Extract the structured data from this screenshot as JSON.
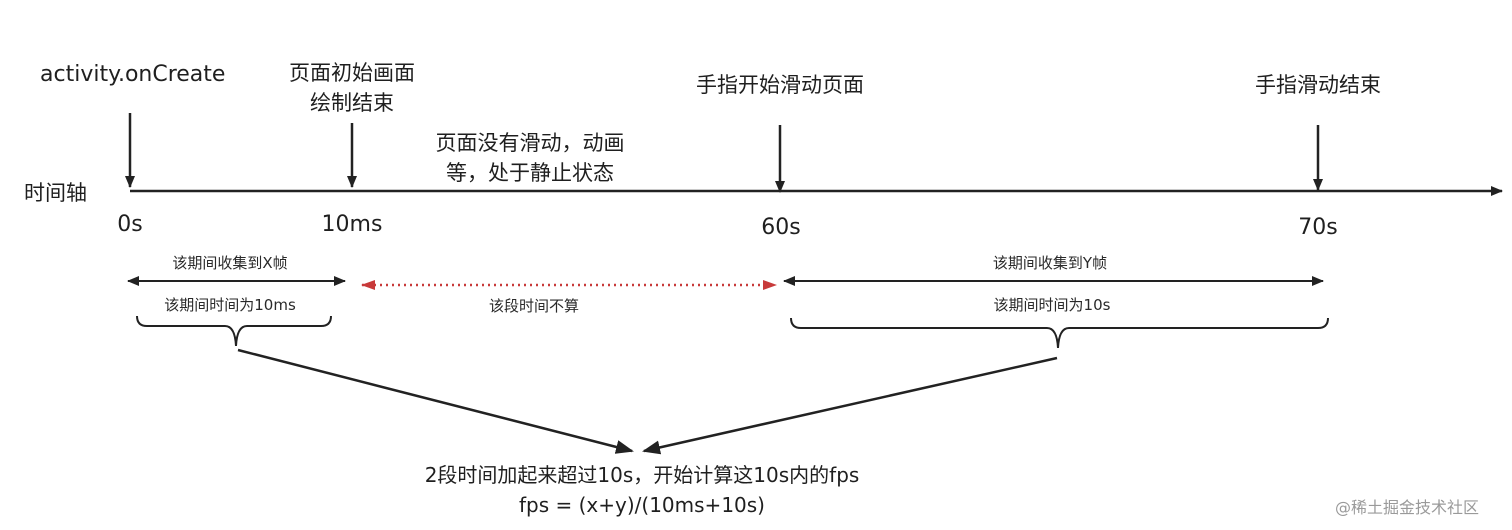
{
  "events": {
    "activity_oncreate": "activity.onCreate",
    "first_frame_line1": "页面初始画面",
    "first_frame_line2": "绘制结束",
    "idle_line1": "页面没有滑动，动画",
    "idle_line2": "等，处于静止状态",
    "scroll_start": "手指开始滑动页面",
    "scroll_end": "手指滑动结束"
  },
  "axis": {
    "label": "时间轴",
    "ticks": [
      "0s",
      "10ms",
      "60s",
      "70s"
    ]
  },
  "segments": {
    "left_frames": "该期间收集到X帧",
    "left_duration": "该期间时间为10ms",
    "ignored": "该段时间不算",
    "right_frames": "该期间收集到Y帧",
    "right_duration": "该期间时间为10s"
  },
  "summary": {
    "line1": "2段时间加起来超过10s，开始计算这10s内的fps",
    "line2": "fps = (x+y)/(10ms+10s)"
  },
  "watermark": "@稀土掘金技术社区",
  "colors": {
    "line": "#222222",
    "ignored_arrow": "#c83a3a",
    "watermark": "#9a9a9a"
  }
}
